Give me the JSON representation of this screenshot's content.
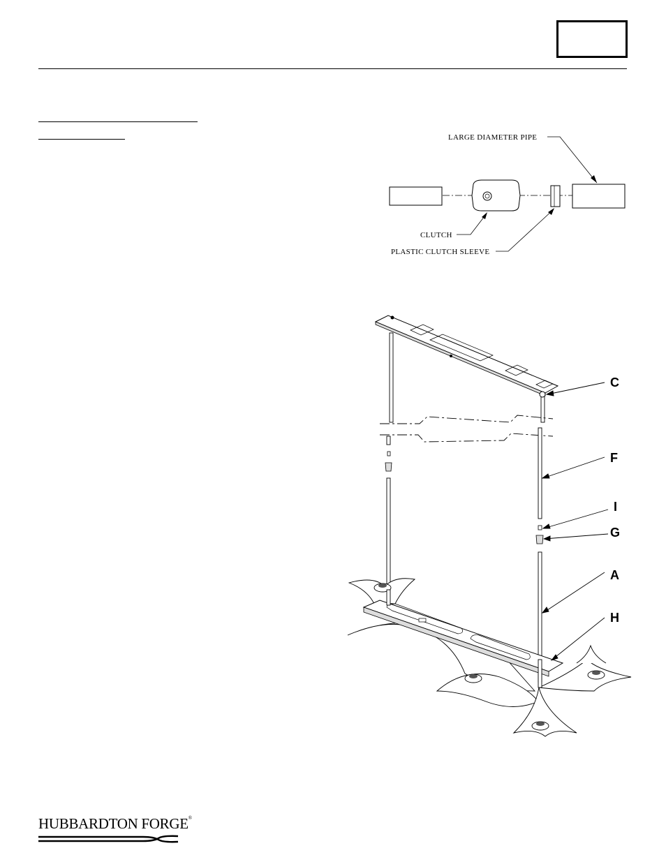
{
  "header": {
    "page_box_label": ""
  },
  "clutch_diagram": {
    "large_pipe_label": "LARGE DIAMETER PIPE",
    "clutch_label": "CLUTCH",
    "sleeve_label": "PLASTIC CLUTCH SLEEVE"
  },
  "assembly_diagram": {
    "callouts": [
      "C",
      "F",
      "I",
      "G",
      "A",
      "H"
    ]
  },
  "footer": {
    "logo_text": "HUBBARDTON FORGE",
    "logo_mark": "®"
  }
}
